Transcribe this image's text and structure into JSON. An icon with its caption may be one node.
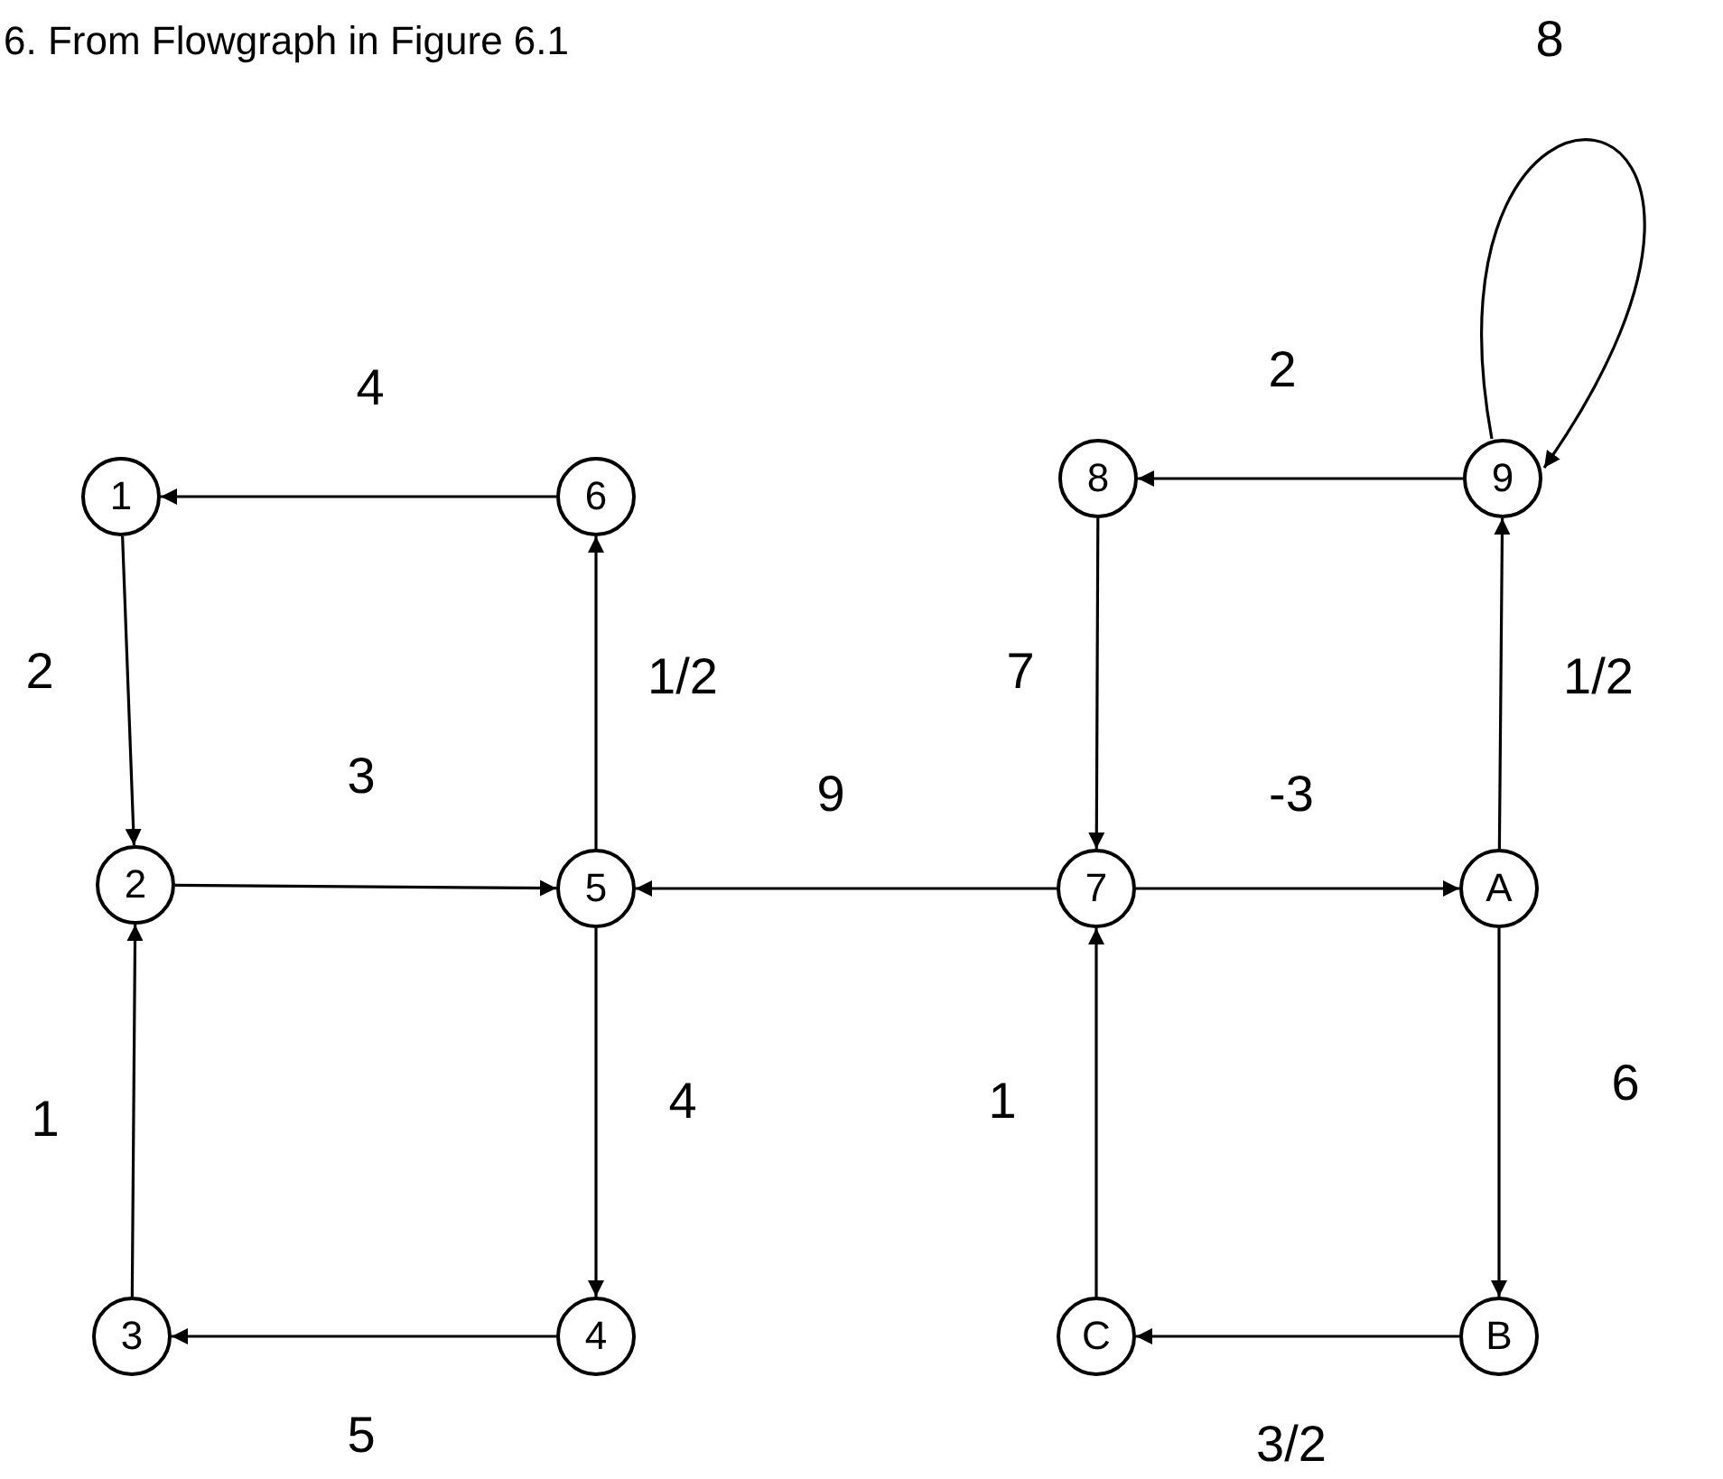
{
  "diagram": {
    "title": "6. From Flowgraph in Figure 6.1",
    "nodes": [
      {
        "text": [
          "1"
        ]
      },
      {
        "text": [
          "6"
        ]
      },
      {
        "text": [
          "8"
        ]
      },
      {
        "text": [
          "9"
        ]
      },
      {
        "text": [
          "2"
        ]
      },
      {
        "text": [
          "5"
        ]
      },
      {
        "text": [
          "7"
        ]
      },
      {
        "text": [
          "A"
        ]
      },
      {
        "text": [
          "3"
        ]
      },
      {
        "text": [
          "4"
        ]
      },
      {
        "text": [
          "C"
        ]
      },
      {
        "text": [
          "B"
        ]
      }
    ],
    "edges": [
      {
        "from": 1,
        "to": 0,
        "arrow": "to",
        "label": "4"
      },
      {
        "from": 0,
        "to": 4,
        "arrow": "to",
        "label": "2"
      },
      {
        "from": 4,
        "to": 5,
        "arrow": "to",
        "label": "3"
      },
      {
        "from": 5,
        "to": 1,
        "arrow": "to",
        "label": "1/2"
      },
      {
        "from": 6,
        "to": 5,
        "arrow": "to",
        "label": "9"
      },
      {
        "from": 5,
        "to": 9,
        "arrow": "to",
        "label": "4"
      },
      {
        "from": 9,
        "to": 8,
        "arrow": "to",
        "label": "5"
      },
      {
        "from": 8,
        "to": 4,
        "arrow": "to",
        "label": "1"
      },
      {
        "from": 3,
        "to": 2,
        "arrow": "to",
        "label": "2"
      },
      {
        "from": 3,
        "to": 3,
        "arrow": "to",
        "label": "8"
      },
      {
        "from": 2,
        "to": 6,
        "arrow": "to",
        "label": "7"
      },
      {
        "from": 6,
        "to": 7,
        "arrow": "to",
        "label": "-3"
      },
      {
        "from": 7,
        "to": 3,
        "arrow": "to",
        "label": "1/2"
      },
      {
        "from": 7,
        "to": 11,
        "arrow": "to",
        "label": "6"
      },
      {
        "from": 11,
        "to": 10,
        "arrow": "to",
        "label": "3/2"
      },
      {
        "from": 10,
        "to": 6,
        "arrow": "to",
        "label": "1"
      }
    ]
  }
}
